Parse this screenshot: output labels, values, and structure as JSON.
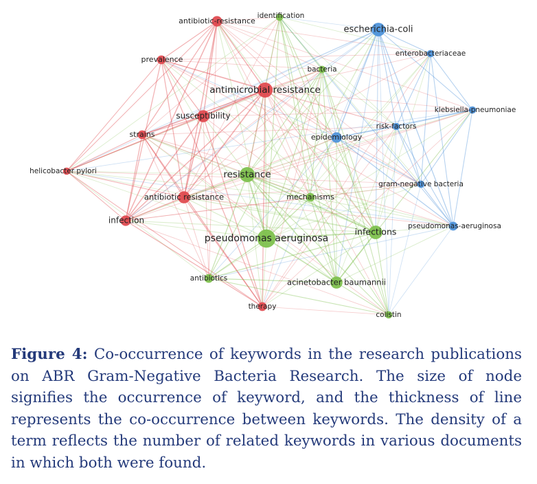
{
  "figure": {
    "caption_label": "Figure 4:",
    "caption_text": " Co-occurrence of keywords in the research publications on ABR Gram-Negative Bacteria Research. The size of node signifies the occurrence of keyword, and the thickness of line represents the co-occurrence between keywords. The density of a term reflects the number of related keywords in various documents in which both were found."
  },
  "colors": {
    "red_cluster": "#e0474c",
    "green_cluster": "#7cbf4a",
    "blue_cluster": "#4a90d9",
    "caption_text": "#243a7a",
    "caption_label": "#1f3368"
  },
  "network": {
    "nodes": [
      {
        "id": "antibiotic-resistance",
        "label": "antibiotic-resistance",
        "cluster": "red_cluster",
        "weight": 2
      },
      {
        "id": "identification",
        "label": "identification",
        "cluster": "green_cluster",
        "weight": 1
      },
      {
        "id": "escherichia-coli",
        "label": "escherichia-coli",
        "cluster": "blue_cluster",
        "weight": 3
      },
      {
        "id": "enterobacteriaceae",
        "label": "enterobacteriaceae",
        "cluster": "blue_cluster",
        "weight": 1
      },
      {
        "id": "prevalence",
        "label": "prevalence",
        "cluster": "red_cluster",
        "weight": 1.5
      },
      {
        "id": "bacteria",
        "label": "bacteria",
        "cluster": "green_cluster",
        "weight": 1
      },
      {
        "id": "antimicrobial-resistance",
        "label": "antimicrobial resistance",
        "cluster": "red_cluster",
        "weight": 3.5
      },
      {
        "id": "klebsiella-pneumoniae",
        "label": "klebsiella-pneumoniae",
        "cluster": "blue_cluster",
        "weight": 1
      },
      {
        "id": "susceptibility",
        "label": "susceptibility",
        "cluster": "red_cluster",
        "weight": 2.5
      },
      {
        "id": "risk-factors",
        "label": "risk-factors",
        "cluster": "blue_cluster",
        "weight": 1
      },
      {
        "id": "strains",
        "label": "strains",
        "cluster": "red_cluster",
        "weight": 1.5
      },
      {
        "id": "epidemiology",
        "label": "epidemiology",
        "cluster": "blue_cluster",
        "weight": 2
      },
      {
        "id": "helicobacter-pylori",
        "label": "helicobacter pylori",
        "cluster": "red_cluster",
        "weight": 1
      },
      {
        "id": "resistance",
        "label": "resistance",
        "cluster": "green_cluster",
        "weight": 3.5
      },
      {
        "id": "gram-negative-bacteria",
        "label": "gram-negative bacteria",
        "cluster": "blue_cluster",
        "weight": 1
      },
      {
        "id": "antibiotic-resistance-2",
        "label": "antibiotic resistance",
        "cluster": "red_cluster",
        "weight": 2.5
      },
      {
        "id": "mechanisms",
        "label": "mechanisms",
        "cluster": "green_cluster",
        "weight": 1.5
      },
      {
        "id": "infection",
        "label": "infection",
        "cluster": "red_cluster",
        "weight": 2
      },
      {
        "id": "infections",
        "label": "infections",
        "cluster": "green_cluster",
        "weight": 3
      },
      {
        "id": "pseudomonas-aeruginosa-2",
        "label": "pseudomonas-aeruginosa",
        "cluster": "blue_cluster",
        "weight": 1.5
      },
      {
        "id": "pseudomonas-aeruginosa",
        "label": "pseudomonas aeruginosa",
        "cluster": "green_cluster",
        "weight": 4.5
      },
      {
        "id": "antibiotics",
        "label": "antibiotics",
        "cluster": "green_cluster",
        "weight": 1.5
      },
      {
        "id": "acinetobacter-baumannii",
        "label": "acinetobacter baumannii",
        "cluster": "green_cluster",
        "weight": 2.5
      },
      {
        "id": "therapy",
        "label": "therapy",
        "cluster": "red_cluster",
        "weight": 1.5
      },
      {
        "id": "colistin",
        "label": "colistin",
        "cluster": "green_cluster",
        "weight": 1
      }
    ]
  }
}
